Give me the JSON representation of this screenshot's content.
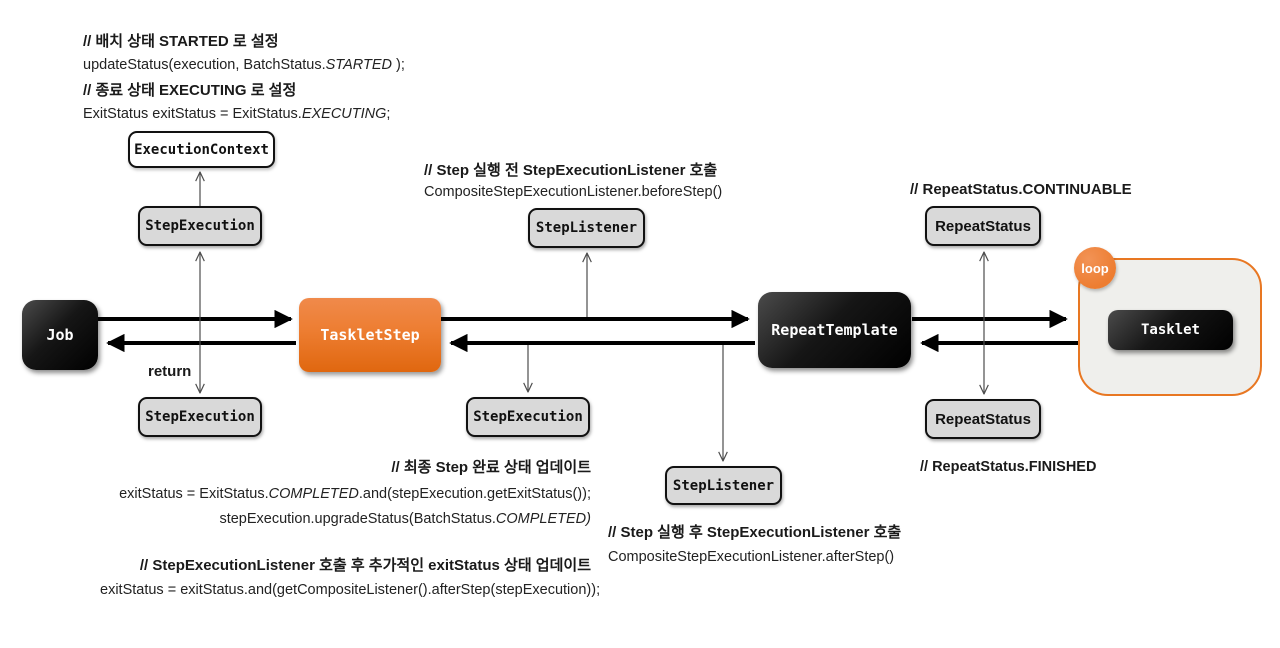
{
  "colors": {
    "orange": "#ed7d31",
    "container_border": "#e87722",
    "node_gray": "#d9d9d9",
    "node_black": "#0a0a0a"
  },
  "nodes": {
    "execution_context": "ExecutionContext",
    "step_execution_top": "StepExecution",
    "step_execution_return": "StepExecution",
    "step_execution_mid": "StepExecution",
    "step_listener_top": "StepListener",
    "step_listener_bottom": "StepListener",
    "job": "Job",
    "tasklet_step": "TaskletStep",
    "repeat_template": "RepeatTemplate",
    "repeat_status_top": "RepeatStatus",
    "repeat_status_bottom": "RepeatStatus",
    "tasklet": "Tasklet"
  },
  "badges": {
    "loop": "loop"
  },
  "annotations": {
    "top_left": {
      "line1": "// 배치 상태 STARTED 로 설정",
      "line2_pre": "updateStatus(execution, BatchStatus.",
      "line2_em": "STARTED",
      "line2_post": " );",
      "line3": "// 종료 상태 EXECUTING 로 설정",
      "line4_pre": "ExitStatus exitStatus = ExitStatus.",
      "line4_em": "EXECUTING",
      "line4_post": ";"
    },
    "before_step": {
      "title": "// Step 실행 전 StepExecutionListener 호출",
      "code": "CompositeStepExecutionListener.beforeStep()"
    },
    "continuable": "// RepeatStatus.CONTINUABLE",
    "finished": "// RepeatStatus.FINISHED",
    "return_label": "return",
    "final_update": {
      "title": "// 최종 Step 완료 상태 업데이트",
      "line1_pre": "exitStatus = ExitStatus.",
      "line1_em": "COMPLETED",
      "line1_post": ".and(stepExecution.getExitStatus());",
      "line2_pre": "stepExecution.upgradeStatus(BatchStatus.",
      "line2_em": "COMPLETED)"
    },
    "listener_update": {
      "title": "// StepExecutionListener 호출 후 추가적인 exitStatus 상태 업데이트",
      "code": "exitStatus = exitStatus.and(getCompositeListener().afterStep(stepExecution));"
    },
    "after_step": {
      "title": "// Step 실행 후 StepExecutionListener 호출",
      "code": "CompositeStepExecutionListener.afterStep()"
    }
  }
}
